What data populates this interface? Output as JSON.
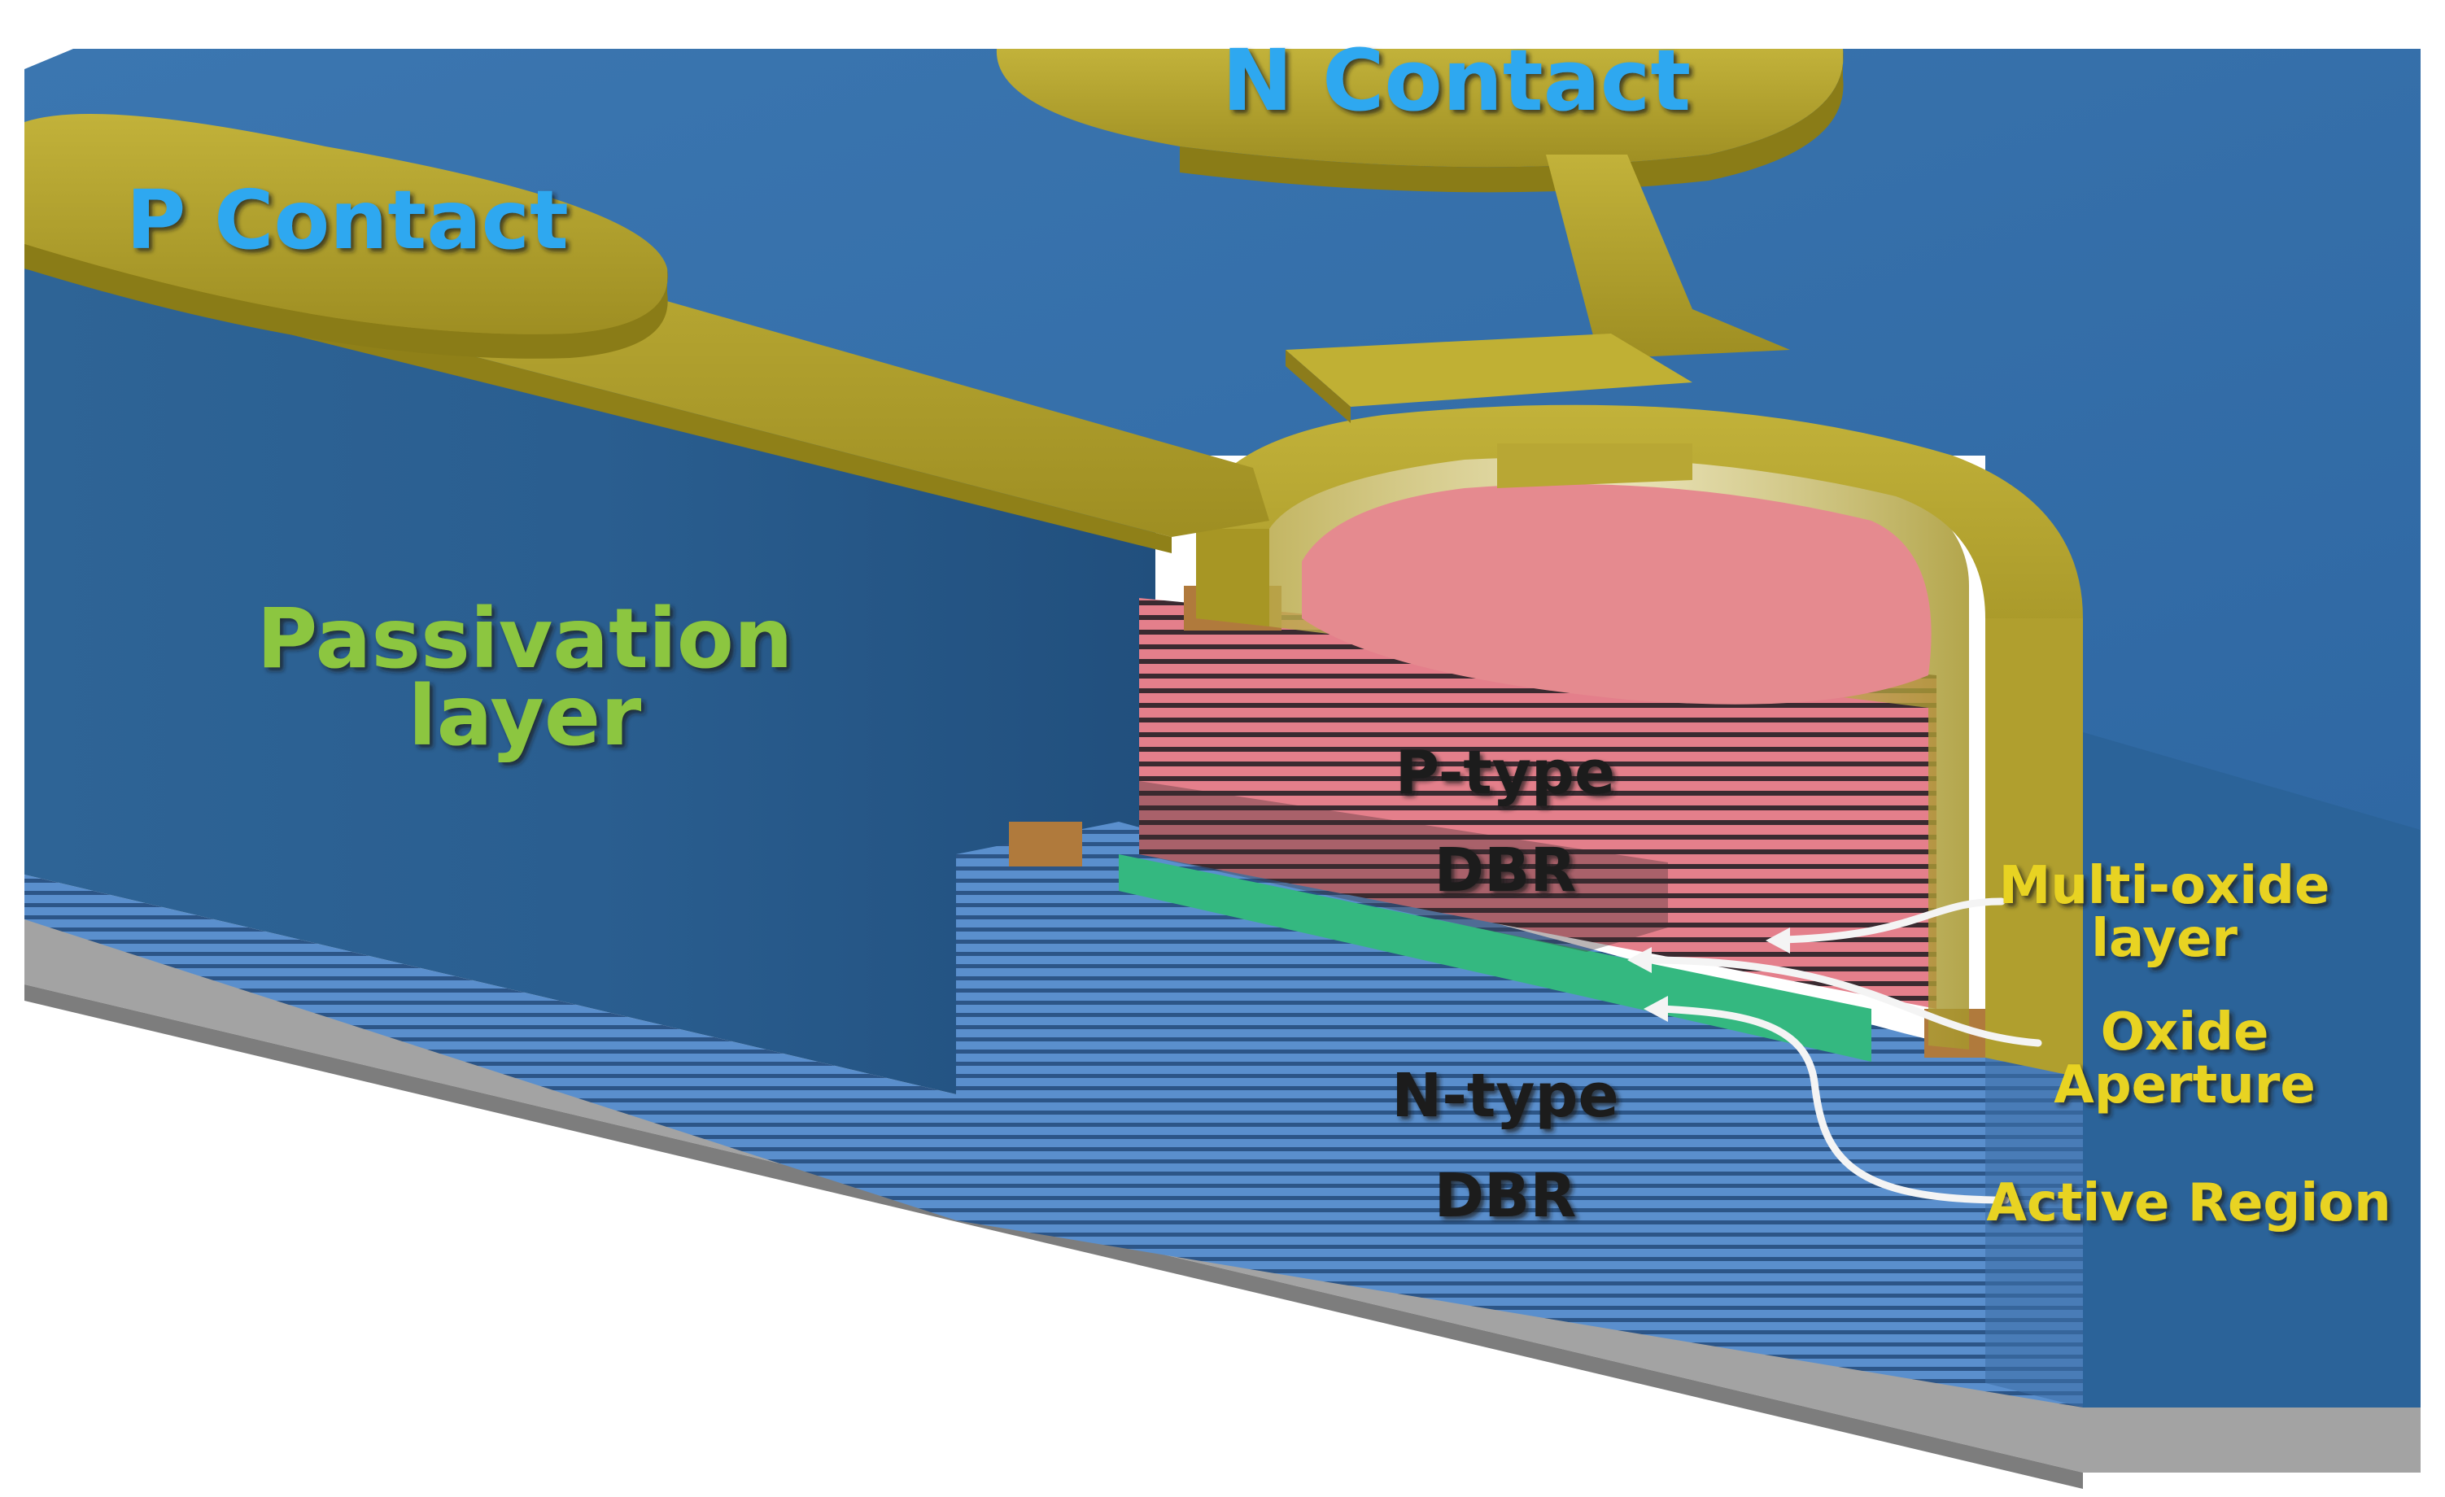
{
  "labels": {
    "n_contact": "N Contact",
    "p_contact": "P Contact",
    "passivation_line1": "Passivation",
    "passivation_line2": "layer",
    "p_dbr_line1": "P-type",
    "p_dbr_line2": "DBR",
    "n_dbr_line1": "N-type",
    "n_dbr_line2": "DBR",
    "multi_oxide_line1": "Multi-oxide",
    "multi_oxide_line2": "layer",
    "oxide_aperture_line1": "Oxide",
    "oxide_aperture_line2": "Aperture",
    "active_region": "Active Region"
  },
  "colors": {
    "passivation": "#2f6aa0",
    "contact_metal": "#b5a42c",
    "p_dbr": "#e5808a",
    "n_dbr": "#4b82c2",
    "active_region": "#2fb57c",
    "substrate": "#9e9e9e",
    "contact_label": "#2fa8f0",
    "passivation_label": "#8cc63f",
    "annotation_label": "#e8d322"
  }
}
